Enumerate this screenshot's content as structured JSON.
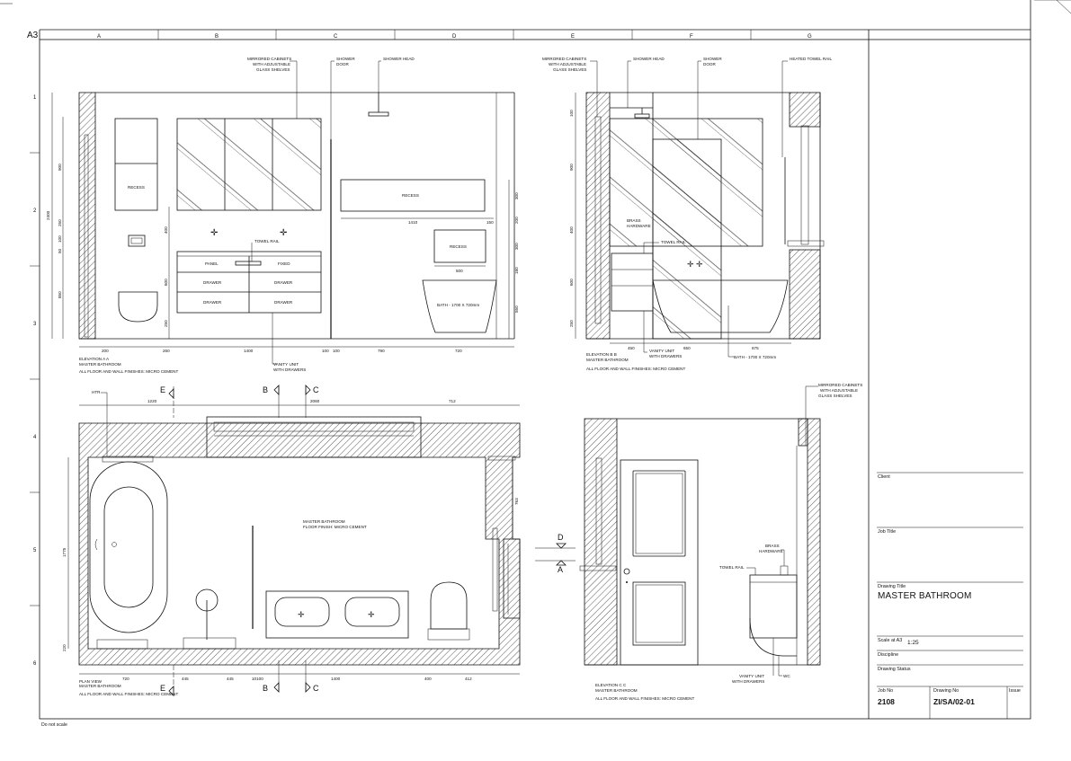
{
  "sheet": {
    "size_label": "A3",
    "columns": [
      "A",
      "B",
      "C",
      "D",
      "E",
      "F",
      "G"
    ],
    "rows": [
      "1",
      "2",
      "3",
      "4",
      "5",
      "6"
    ],
    "footer_note": "Do not scale"
  },
  "elevation_aa": {
    "title_line1": "ELEVATION A A",
    "title_line2": "MASTER BATHROOM",
    "finish_note": "ALL FLOOR AND WALL FINISHES: MICRO CEMENT",
    "labels": {
      "mirrored_cab": [
        "MIRRORED CABINETS",
        "WITH ADJUSTABLE",
        "GLASS SHELVES"
      ],
      "shower_door": [
        "SHOWER",
        "DOOR"
      ],
      "shower_head": "SHOWER HEAD",
      "recess_left": "RECESS",
      "recess_shower": "RECESS",
      "recess_bath": "RECESS",
      "towel_rail": "TOWEL RAIL",
      "panel": "PANEL",
      "fixed": "FIXED",
      "drawer": "DRAWER",
      "bath": "BATH - 1700 X 720mm",
      "vanity": [
        "VANITY UNIT",
        "WITH DRAWERS"
      ]
    },
    "dims_bottom": [
      "200",
      "260",
      "1400",
      "100",
      "100",
      "790",
      "720"
    ],
    "dims_left": [
      "2400",
      "900",
      "250",
      "100",
      "50",
      "850",
      "400",
      "600",
      "250"
    ],
    "dims_right": [
      "300",
      "200",
      "300",
      "180",
      "550"
    ],
    "dims_inner": [
      "1410",
      "150",
      "500"
    ]
  },
  "elevation_bb": {
    "title_line1": "ELEVATION B B",
    "title_line2": "MASTER BATHROOM",
    "finish_note": "ALL FLOOR AND WALL FINISHES: MICRO CEMENT",
    "labels": {
      "mirrored_cab": [
        "MIRRORED CABINETS",
        "WITH ADJUSTABLE",
        "GLASS SHELVES"
      ],
      "shower_head": "SHOWER HEAD",
      "shower_door": [
        "SHOWER",
        "DOOR"
      ],
      "heated_towel": "HEATED TOWEL RAIL",
      "brass": [
        "BRASS",
        "HARDWARE"
      ],
      "towel_rail": "TOWEL RAIL",
      "vanity": [
        "VANITY UNIT",
        "WITH DRAWERS"
      ],
      "bath": "BATH - 1700 X 720mm"
    },
    "dims_bottom": [
      "450",
      "650",
      "675"
    ],
    "dims_left": [
      "100",
      "900",
      "400",
      "600",
      "250"
    ]
  },
  "plan": {
    "title_line1": "PLAN VIEW",
    "title_line2": "MASTER BATHROOM",
    "finish_note": "ALL FLOOR AND WALL FINISHES: MICRO CEMENT",
    "room_label": [
      "MASTER BATHROOM",
      "FLOOR FINISH: MICRO CEMENT"
    ],
    "htr": "HTR",
    "dims_top": [
      "1220",
      "2060",
      "712"
    ],
    "dims_bottom": [
      "720",
      "445",
      "445",
      "10100",
      "1400",
      "400",
      "412"
    ],
    "dims_left": [
      "1775",
      "220"
    ],
    "dims_right": [
      "763"
    ],
    "sections": {
      "E": "E",
      "B": "B",
      "C": "C",
      "D": "D",
      "A": "A"
    }
  },
  "elevation_cc": {
    "title_line1": "ELEVATION C C",
    "title_line2": "MASTER BATHROOM",
    "finish_note": "ALL FLOOR AND WALL FINISHES: MICRO CEMENT",
    "labels": {
      "mirrored_cab": [
        "MIRRORED CABINETS",
        "WITH ADJUSTABLE",
        "GLASS SHELVES"
      ],
      "brass": [
        "BRASS",
        "HARDWARE"
      ],
      "towel_rail": "TOWEL RAIL",
      "vanity": [
        "VANITY UNIT",
        "WITH DRAWERS"
      ],
      "wc": "WC"
    }
  },
  "title_block": {
    "client_label": "Client",
    "client_value": "",
    "job_title_label": "Job Title",
    "job_title_value": "",
    "drawing_title_label": "Drawing Title",
    "drawing_title_value": "MASTER BATHROOM",
    "scale_label": "Scale at A3",
    "scale_value": "1:25",
    "discipline_label": "Discipline",
    "discipline_value": "",
    "status_label": "Drawing Status",
    "status_value": "",
    "job_no_label": "Job No",
    "job_no_value": "2108",
    "drawing_no_label": "Drawing No",
    "drawing_no_value": "ZI/SA/02-01",
    "issue_label": "Issue",
    "issue_value": ""
  }
}
